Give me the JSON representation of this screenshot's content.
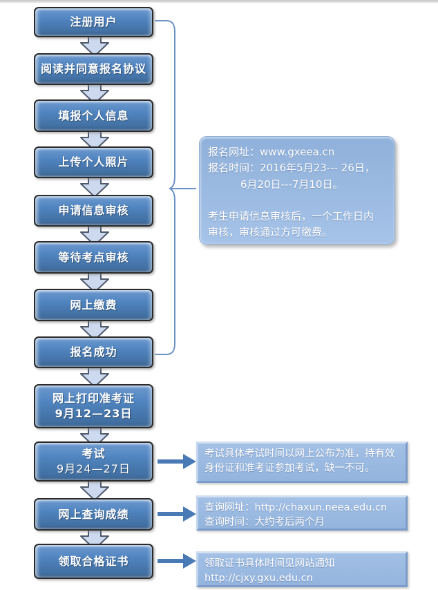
{
  "diagram_title": "",
  "flow_steps": [
    {
      "label": "注册用户"
    },
    {
      "label": "阅读并同意报名协议"
    },
    {
      "label": "填报个人信息"
    },
    {
      "label": "上传个人照片"
    },
    {
      "label": "申请信息审核"
    },
    {
      "label": "等待考点审核"
    },
    {
      "label": "网上缴费"
    },
    {
      "label": "报名成功"
    },
    {
      "label": "网上打印准考证",
      "sublabel": "9月12—23日"
    },
    {
      "label": "考试",
      "sublabel": "9月24—27日"
    },
    {
      "label": "网上查询成绩"
    },
    {
      "label": "领取合格证书"
    }
  ],
  "registration_note": {
    "lines": [
      "报名网址：www.gxeea.cn",
      "报名时间：2016年5月23--- 26日，",
      "6月20日---7月10日。",
      "考生申请信息审核后，一个工作日内",
      "审核，审核通过方可缴费。"
    ]
  },
  "side_notes": [
    {
      "lines": [
        "考试具体考试时间以网上公布为准，持有效身份证和准考证参加考试，缺一不可。"
      ]
    },
    {
      "lines": [
        "查询网址：http://chaxun.neea.edu.cn",
        "查询时间：大约考后两个月"
      ]
    },
    {
      "lines": [
        "领取证书具体时间见网站通知",
        "http://cjxy.gxu.edu.cn"
      ]
    }
  ],
  "colors": {
    "flow_box_fill": "#4f81bd",
    "flow_box_border": "#2a2a2a",
    "callout_fill": "#9cbbe2",
    "note_box_fill": "#9ab8e1",
    "down_arrow_fill": "#ccd9ee",
    "down_arrow_stroke": "#4e596b",
    "right_arrow_fill": "#4a7ab5",
    "brace_stroke": "#6b91c5",
    "text": "#ffffff",
    "top_strip": "#d4d4d4"
  }
}
